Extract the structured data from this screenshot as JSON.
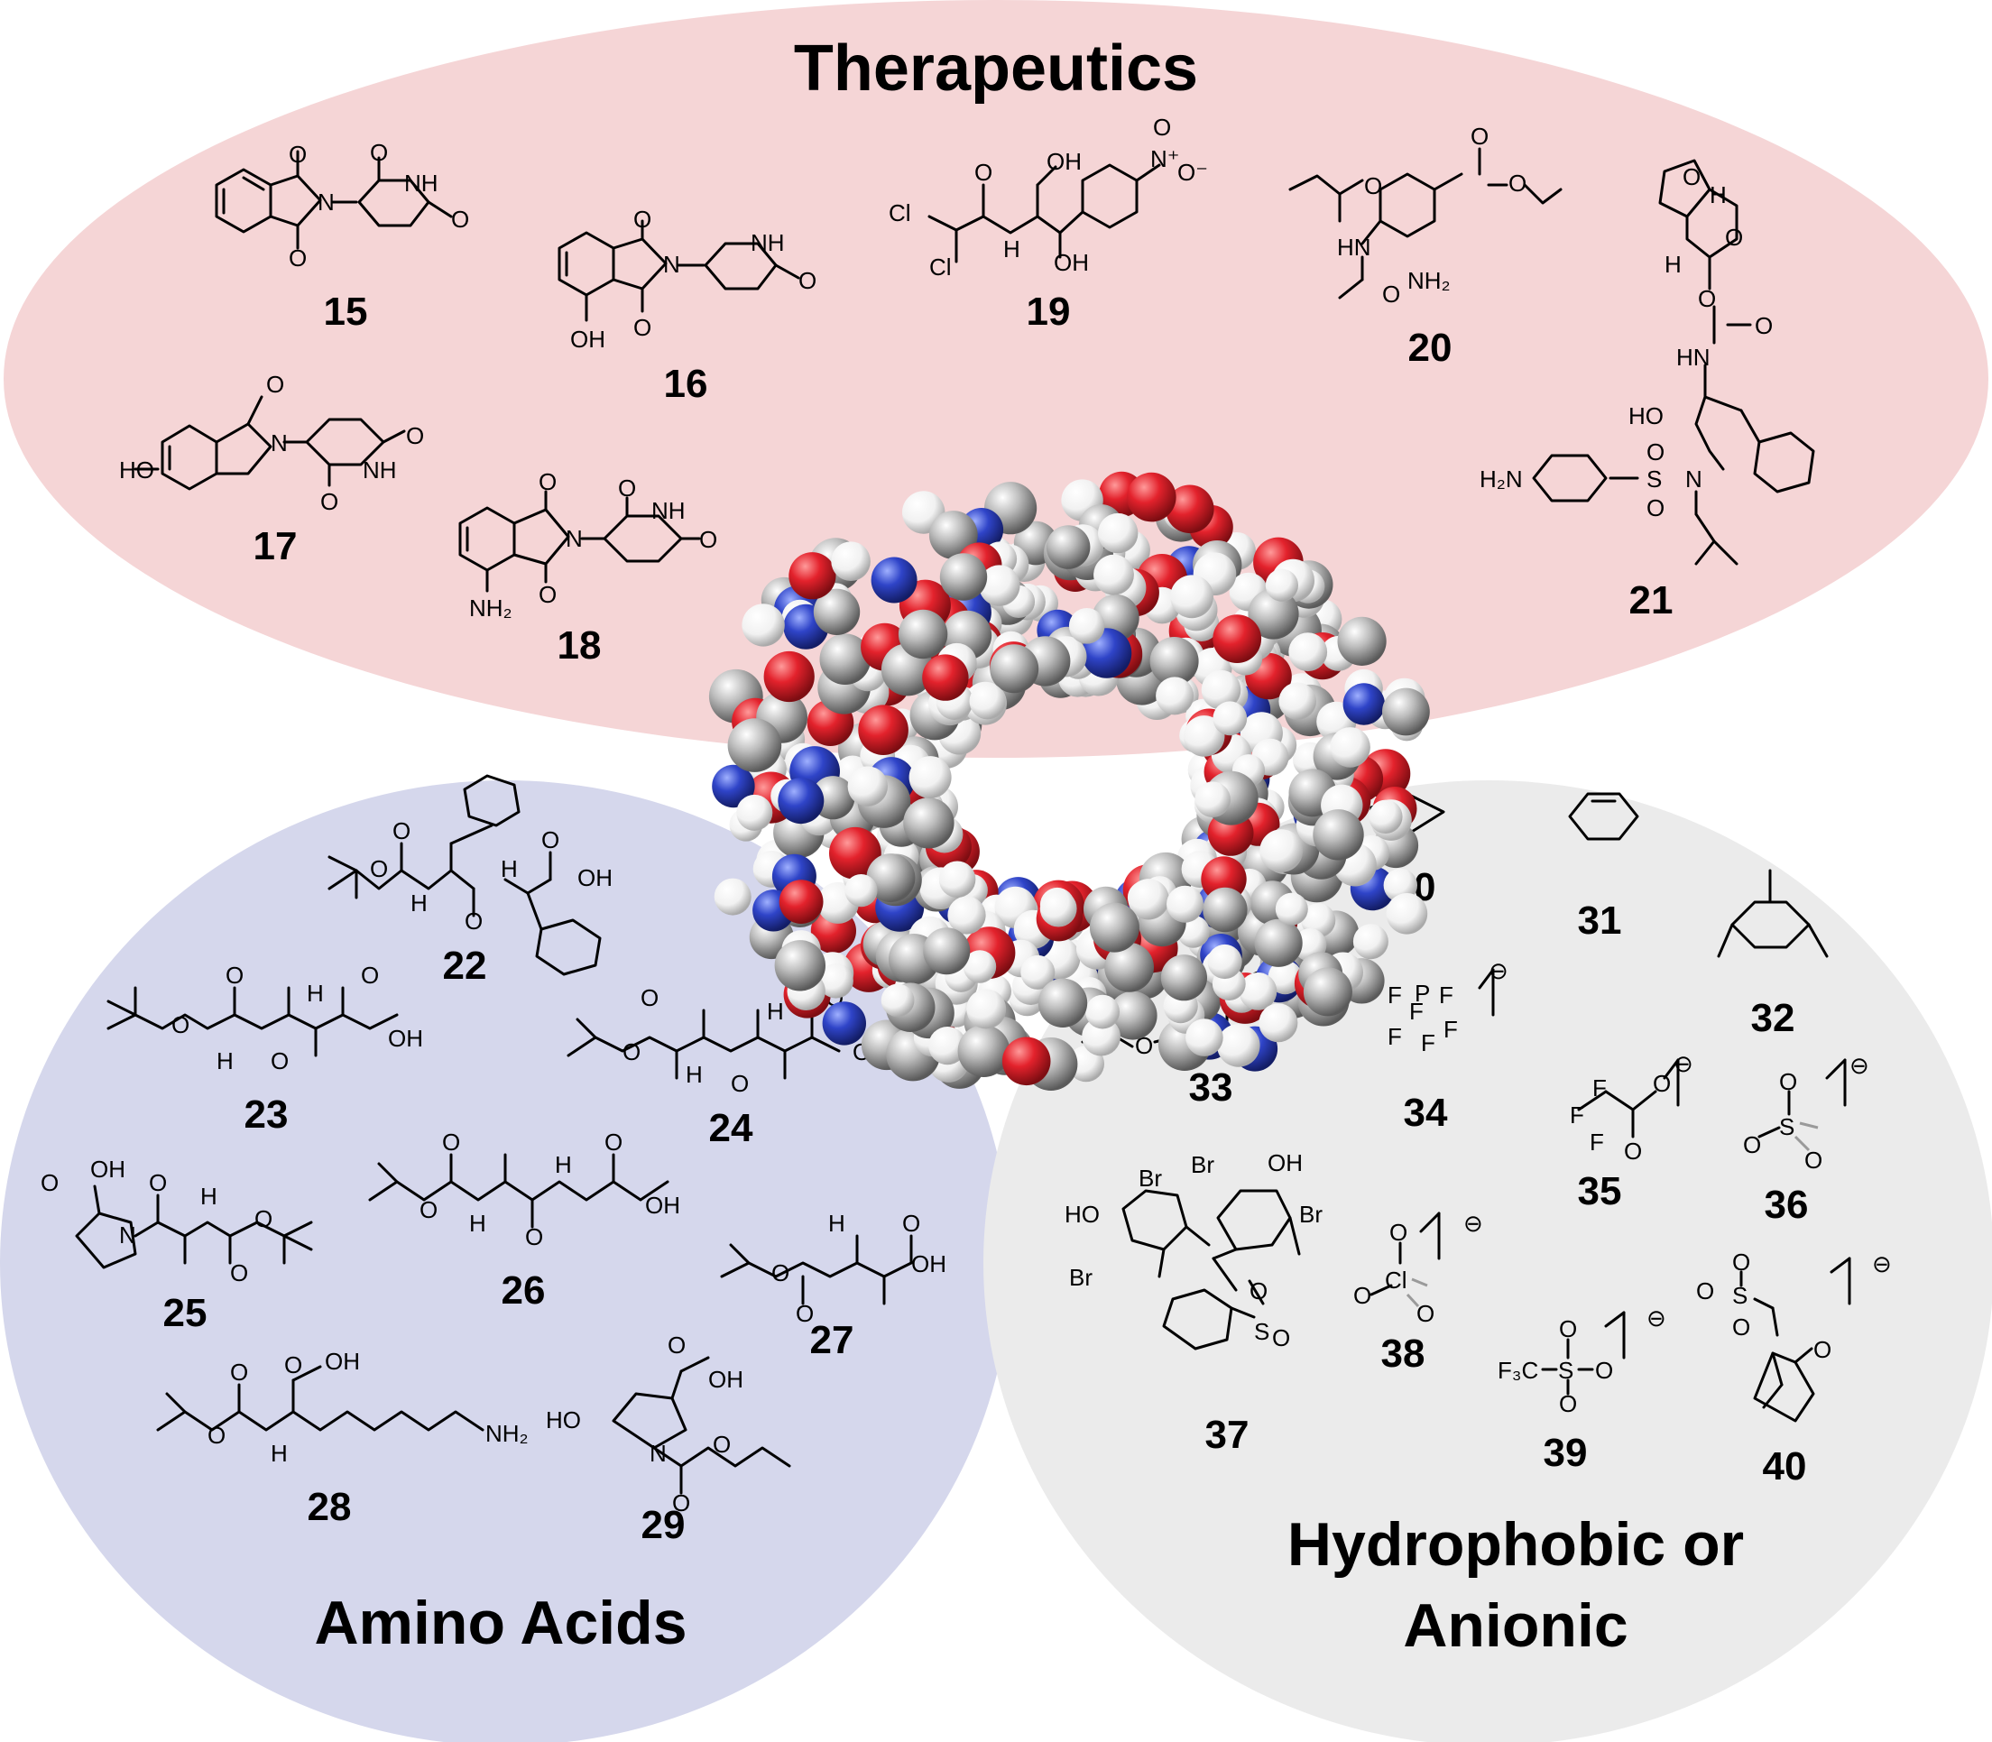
{
  "regions": {
    "therapeutics": {
      "title": "Therapeutics",
      "color": "#f5d5d6"
    },
    "amino_acids": {
      "title": "Amino Acids",
      "color": "#d5d7ec"
    },
    "hydrophobic": {
      "title_line1": "Hydrophobic or",
      "title_line2": "Anionic",
      "color": "#ebebeb"
    }
  },
  "compounds": {
    "c15": "15",
    "c16": "16",
    "c17": "17",
    "c18": "18",
    "c19": "19",
    "c20": "20",
    "c21": "21",
    "c22": "22",
    "c23": "23",
    "c24": "24",
    "c25": "25",
    "c26": "26",
    "c27": "27",
    "c28": "28",
    "c29": "29",
    "c30": "30",
    "c31": "31",
    "c32": "32",
    "c33": "33",
    "c34": "34",
    "c35": "35",
    "c36": "36",
    "c37": "37",
    "c38": "38",
    "c39": "39",
    "c40": "40"
  },
  "atom_labels": {
    "o": "O",
    "nh": "NH",
    "n": "N",
    "h": "H",
    "oh": "OH",
    "ho": "HO",
    "cl": "Cl",
    "br": "Br",
    "f": "F",
    "p": "P",
    "s": "S",
    "nh2": "NH₂",
    "h2n": "H₂N",
    "f3c": "F₃C",
    "no2": "N⁺",
    "ominus": "O⁻",
    "hn": "HN",
    "minus": "⊖"
  },
  "sphere_colors": {
    "carbon": "#9d9d9d",
    "hydrogen": "#f4f4f4",
    "oxygen": "#d8202a",
    "nitrogen": "#2f3fb8"
  }
}
